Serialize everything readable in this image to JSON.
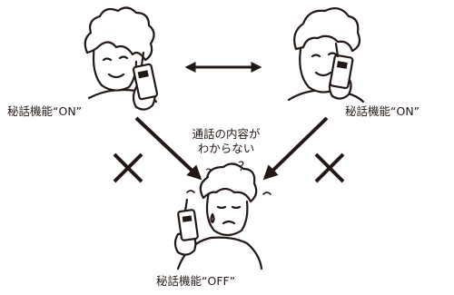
{
  "labels": {
    "left": "秘話機能“ON”",
    "right": "秘話機能“ON”",
    "bottom": "秘話機能“OFF”"
  },
  "caption": {
    "line1": "通話の内容が",
    "line2": "わからない"
  },
  "marks": {
    "question": "?"
  },
  "colors": {
    "ink": "#231815",
    "background": "#ffffff",
    "hair_fill": "#ffffff"
  }
}
